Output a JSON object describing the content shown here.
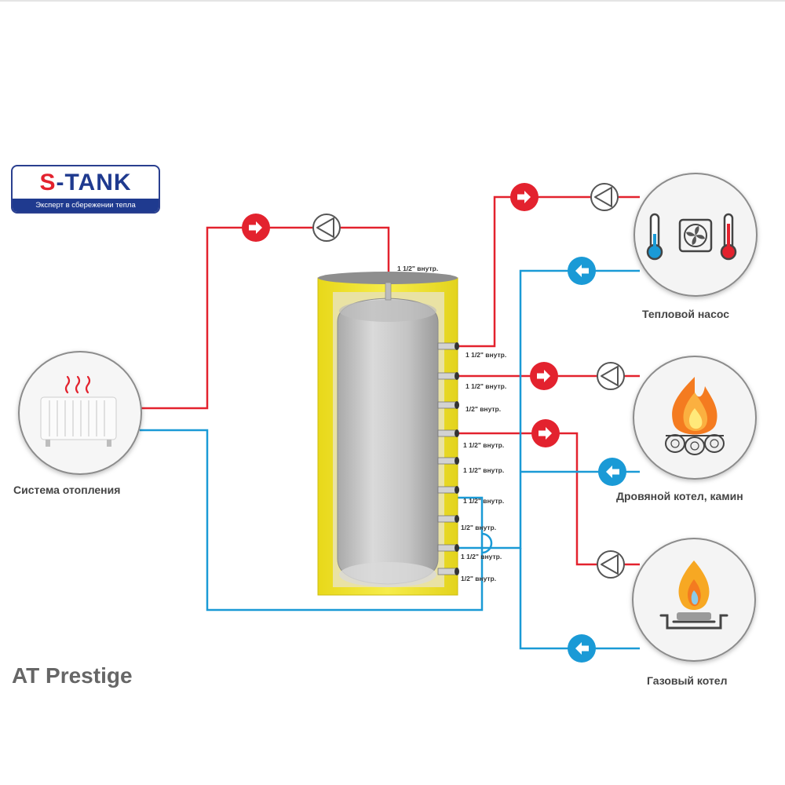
{
  "logo": {
    "name_s": "S",
    "name_rest": "-TANK",
    "tagline": "Эксперт в сбережении тепла"
  },
  "model": "AT Prestige",
  "labels": {
    "heating_system": "Система отопления",
    "heat_pump": "Тепловой насос",
    "wood_boiler": "Дровяной котел, камин",
    "gas_boiler": "Газовый котел"
  },
  "fittings": {
    "top": "1 1/2\" внутр.",
    "f1": "1 1/2\" внутр.",
    "f2": "1 1/2\" внутр.",
    "f3": "1/2\" внутр.",
    "f4": "1 1/2\" внутр.",
    "f5": "1 1/2\" внутр.",
    "f6": "1 1/2\" внутр.",
    "f7": "1/2\" внутр.",
    "f8": "1 1/2\" внутр.",
    "f9": "1/2\" внутр."
  },
  "colors": {
    "hot": "#e3222e",
    "cold": "#1a9ad6",
    "insulation": "#f2e534",
    "brand_blue": "#1f3a8f",
    "tank": "#c7c7c7"
  },
  "icons": [
    "radiator-icon",
    "heat-pump-icon",
    "fire-icon",
    "gas-burner-icon",
    "pump-icon",
    "flow-arrow-icon"
  ]
}
